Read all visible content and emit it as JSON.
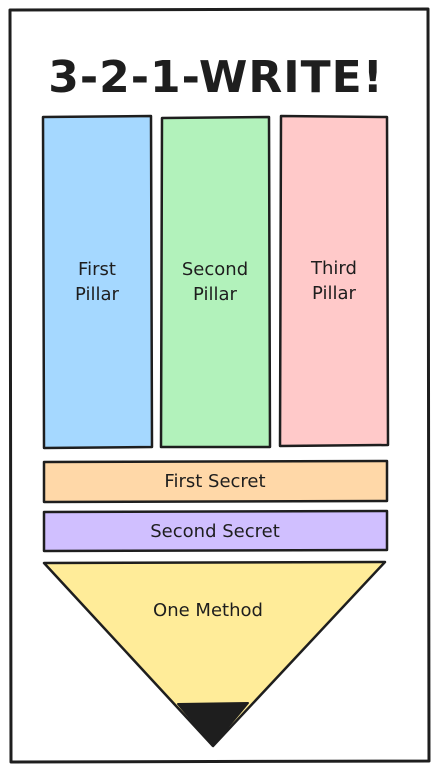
{
  "title": "3-2-1-WRITE!",
  "pillars": [
    {
      "line1": "First",
      "line2": "Pillar",
      "color": "#a5d8ff"
    },
    {
      "line1": "Second",
      "line2": "Pillar",
      "color": "#b2f2bb"
    },
    {
      "line1": "Third",
      "line2": "Pillar",
      "color": "#ffc9c9"
    }
  ],
  "secrets": [
    {
      "label": "First Secret",
      "color": "#ffd8a8"
    },
    {
      "label": "Second Secret",
      "color": "#d0bfff"
    }
  ],
  "method": {
    "label": "One Method",
    "color": "#ffec99"
  },
  "colors": {
    "stroke": "#1e1e1e",
    "tip": "#1e1e1e",
    "background": "#ffffff"
  }
}
